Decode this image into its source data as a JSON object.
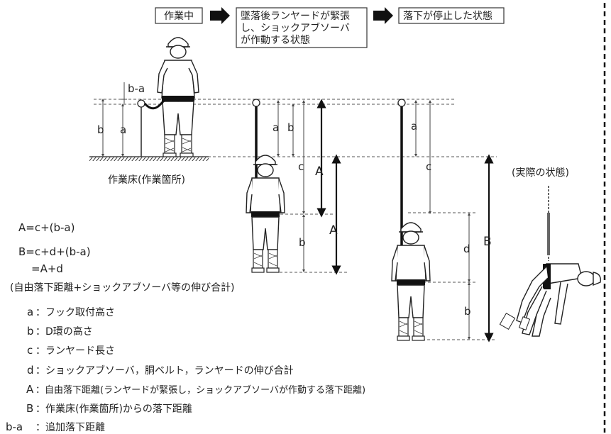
{
  "header": {
    "step1": "作業中",
    "step2_line1": "墜落後ランヤードが緊張",
    "step2_line2": "し、ショックアブソーバ",
    "step2_line3": "が作動する状態",
    "step3": "落下が停止した状態"
  },
  "dimension_labels": {
    "b_minus_a": "b-a",
    "a": "a",
    "b": "b",
    "c": "c",
    "d": "d",
    "A": "A",
    "B": "B"
  },
  "floor_label": "作業床(作業箇所)",
  "actual_label": "(実際の状態)",
  "formulas": {
    "f1": "A=c+(b-a)",
    "f2": "B=c+d+(b-a)",
    "f3": "=A+d",
    "f4": "(自由落下距離+ショックアブソーバ等の伸び合計)"
  },
  "legend": [
    {
      "key": "a",
      "text": "：フック取付高さ"
    },
    {
      "key": "b",
      "text": "：D環の高さ"
    },
    {
      "key": "c",
      "text": "：ランヤード長さ"
    },
    {
      "key": "d",
      "text": "：ショックアブソーバ，胴ベルト，ランヤードの伸び合計"
    },
    {
      "key": "A",
      "text": "：自由落下距離(ランヤードが緊張し，ショックアブソーバが作動する落下距離)"
    },
    {
      "key": "B",
      "text": "：作業床(作業箇所)からの落下距離"
    },
    {
      "key": "b-a",
      "text": "：追加落下距離"
    }
  ]
}
